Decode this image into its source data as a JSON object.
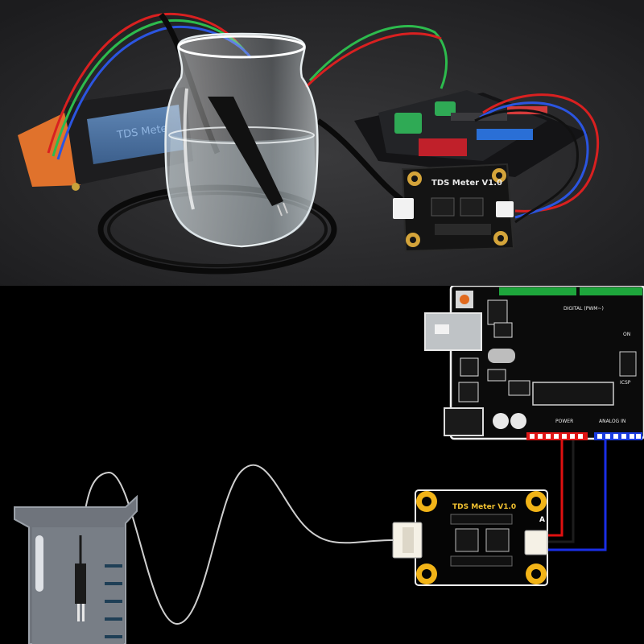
{
  "photo": {
    "board_label": "TDS Meter V1.0",
    "lcd_text": "TDS Mete"
  },
  "diagram": {
    "board_label": "TDS  Meter  V1.0",
    "uno_header_digital": "DIGITAL (PWM~)",
    "uno_header_power": "POWER",
    "uno_header_analog": "ANALOG IN",
    "uno_on_label": "ON",
    "uno_icsp_label": "ICSP",
    "pin_a": "A",
    "wire_colors": {
      "vcc": "#e01010",
      "gnd": "#111111",
      "signal": "#1a2ee6"
    }
  }
}
